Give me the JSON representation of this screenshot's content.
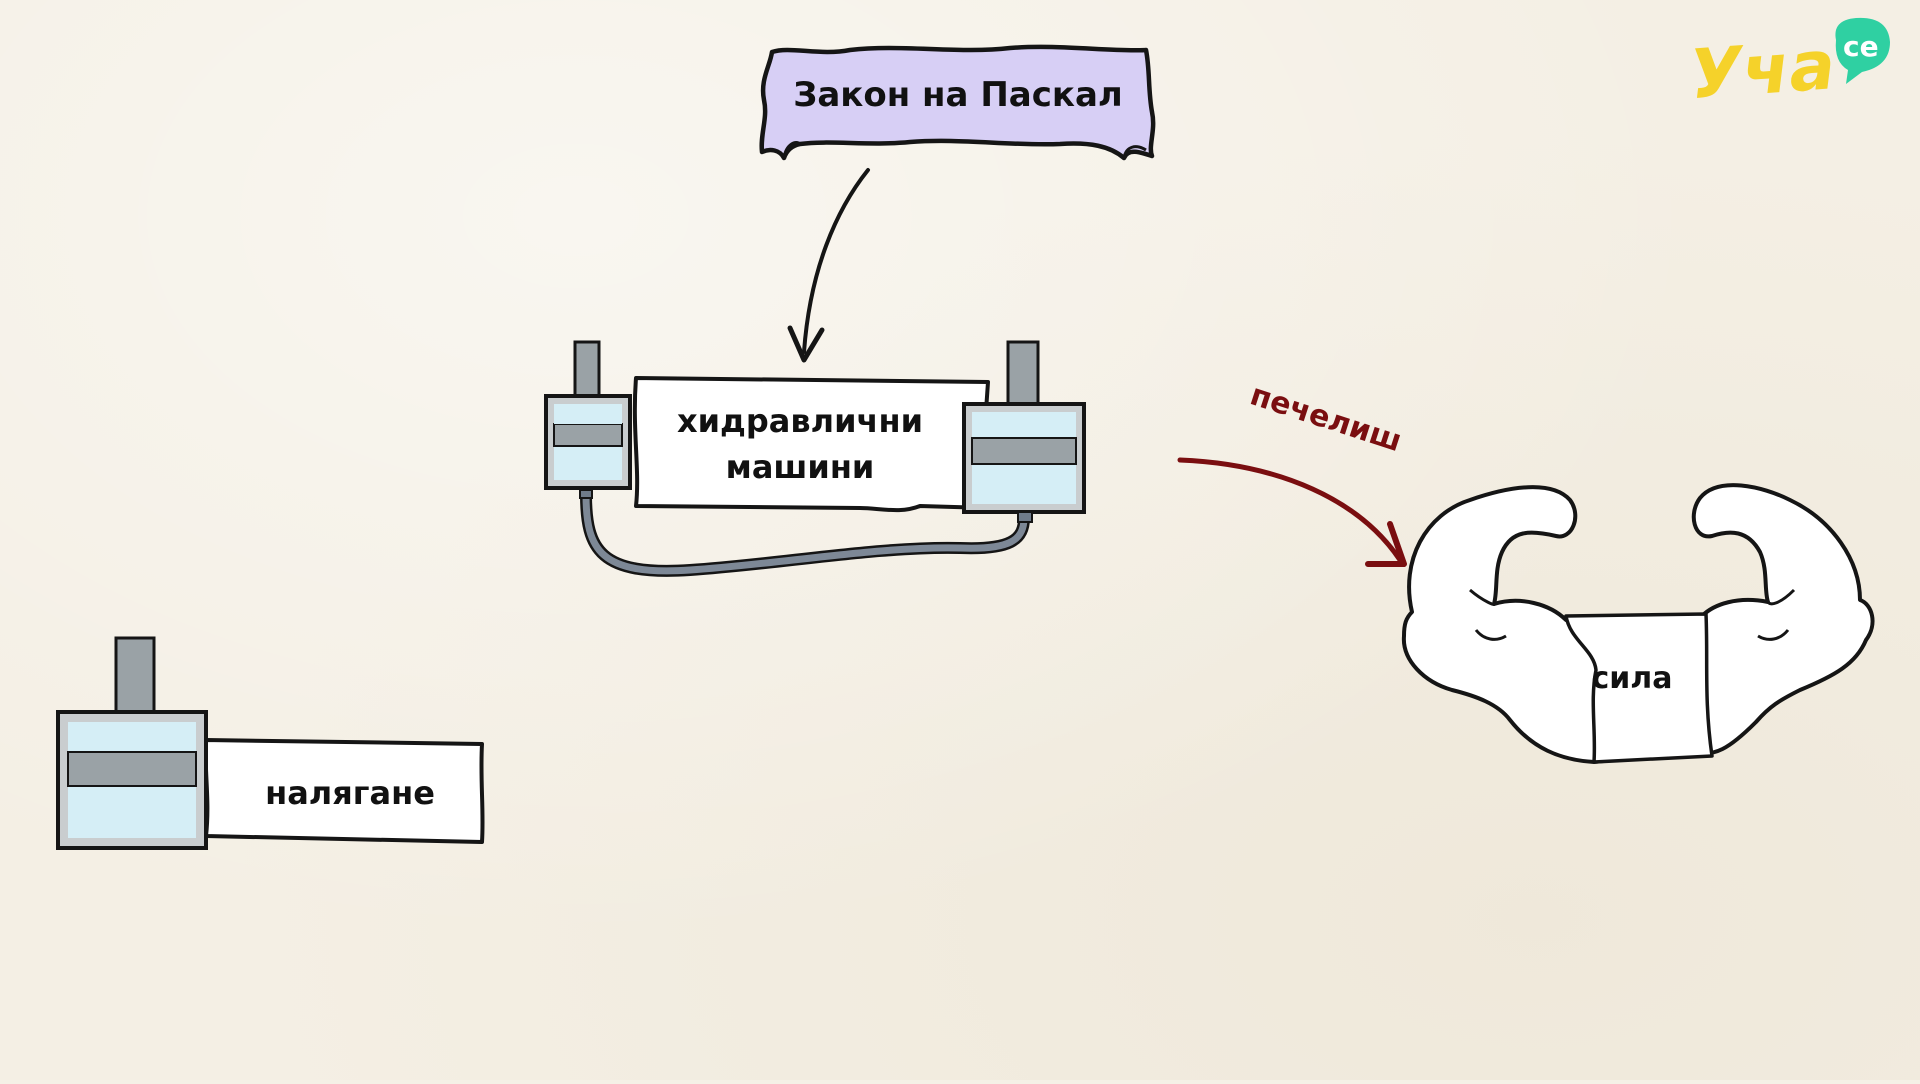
{
  "logo": {
    "text": "Уча",
    "badge": "се",
    "color": "#f5d22a",
    "badge_color": "#2fd0a2"
  },
  "title_banner": {
    "label": "Закон на Паскал",
    "fill": "#d7cff5"
  },
  "nodes": {
    "hydraulic_machines": {
      "line1": "хидравлични",
      "line2": "машини"
    },
    "pressure": {
      "label": "налягане"
    },
    "force": {
      "label": "сила"
    }
  },
  "arrows": {
    "win_label": "печелиш",
    "win_color": "#7a0e10"
  },
  "colors": {
    "liquid": "#d5eef6",
    "metal": "#9aa2a6",
    "metal_light": "#c9cdcf",
    "hose": "#6f7b8a"
  }
}
